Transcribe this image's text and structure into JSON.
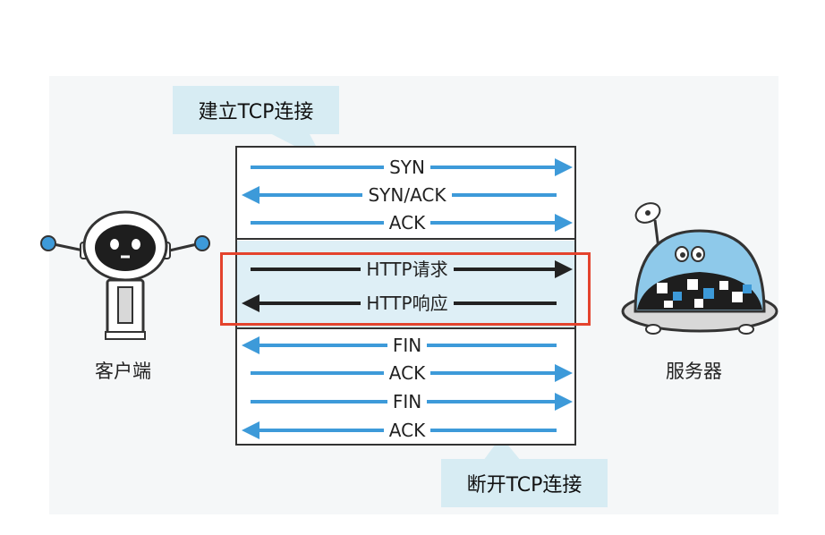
{
  "callouts": {
    "establish": "建立TCP连接",
    "close": "断开TCP连接"
  },
  "client": {
    "label": "客户端"
  },
  "server": {
    "label": "服务器"
  },
  "handshake": [
    {
      "label": "SYN",
      "direction": "right"
    },
    {
      "label": "SYN/ACK",
      "direction": "left"
    },
    {
      "label": "ACK",
      "direction": "right"
    }
  ],
  "http": [
    {
      "label": "HTTP请求",
      "direction": "right"
    },
    {
      "label": "HTTP响应",
      "direction": "left"
    }
  ],
  "teardown": [
    {
      "label": "FIN",
      "direction": "left"
    },
    {
      "label": "ACK",
      "direction": "right"
    },
    {
      "label": "FIN",
      "direction": "right"
    },
    {
      "label": "ACK",
      "direction": "left"
    }
  ],
  "colors": {
    "tcp_arrow": "#3d9ad9",
    "http_arrow": "#222222",
    "highlight": "#e4432d",
    "callout_bg": "#d7ecf3"
  }
}
